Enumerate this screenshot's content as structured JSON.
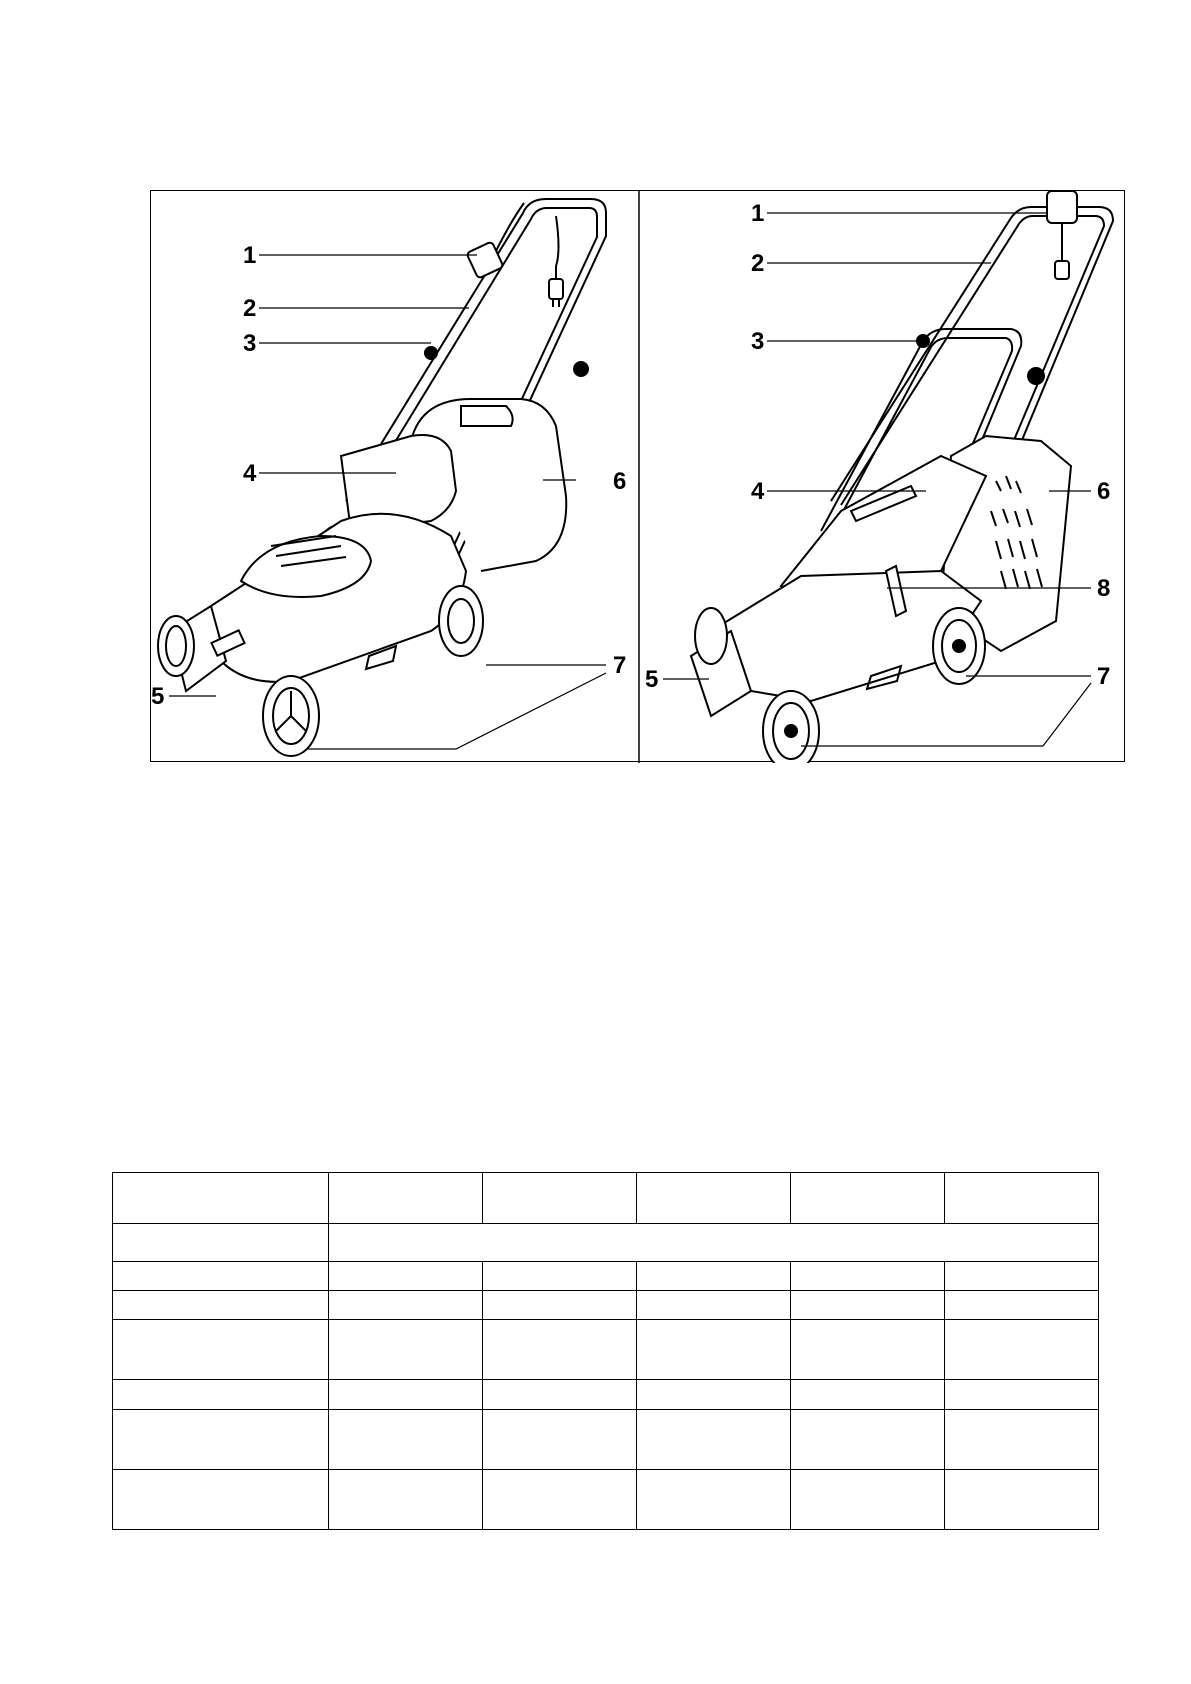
{
  "figure": {
    "left_panel": {
      "callouts": [
        "1",
        "2",
        "3",
        "4",
        "5",
        "6",
        "7"
      ]
    },
    "right_panel": {
      "callouts": [
        "1",
        "2",
        "3",
        "4",
        "5",
        "6",
        "7",
        "8"
      ]
    }
  },
  "spec_table": {
    "rows": [
      [
        "",
        "",
        "",
        "",
        "",
        ""
      ],
      [
        ""
      ],
      [
        "",
        "",
        "",
        "",
        "",
        ""
      ],
      [
        "",
        "",
        "",
        "",
        "",
        ""
      ],
      [
        "",
        "",
        "",
        "",
        "",
        ""
      ],
      [
        "",
        "",
        "",
        "",
        "",
        ""
      ],
      [
        "",
        "",
        "",
        "",
        "",
        ""
      ],
      [
        "",
        "",
        "",
        "",
        "",
        ""
      ]
    ]
  }
}
